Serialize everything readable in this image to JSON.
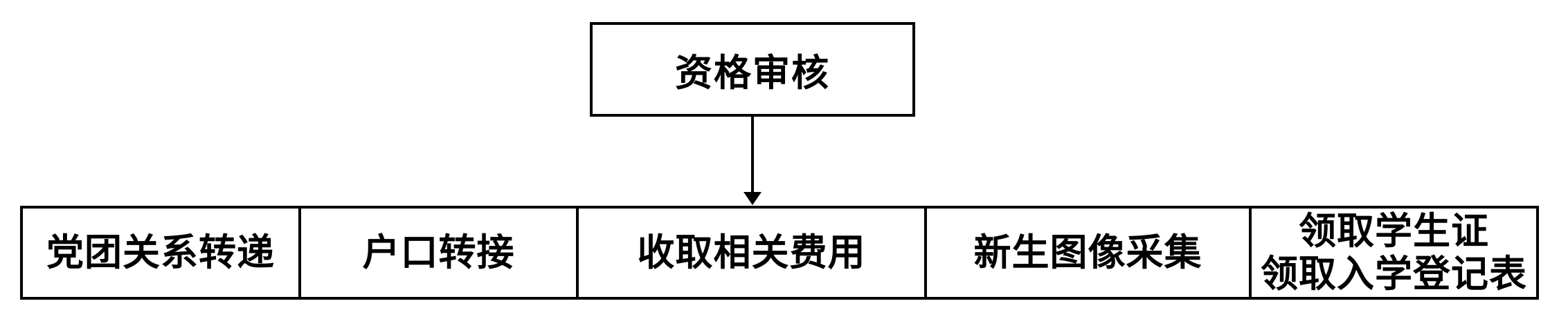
{
  "flowchart": {
    "top_box": {
      "label": "资格审核"
    },
    "cells": [
      {
        "lines": [
          "党团关系转递"
        ]
      },
      {
        "lines": [
          "户口转接"
        ]
      },
      {
        "lines": [
          "收取相关费用"
        ]
      },
      {
        "lines": [
          "新生图像采集"
        ]
      },
      {
        "lines": [
          "领取学生证",
          "领取入学登记表"
        ]
      }
    ],
    "connector": {
      "type": "arrow-down",
      "from": "top_box",
      "to": "cells.2"
    },
    "colors": {
      "line": "#000000",
      "text": "#000000",
      "background": "#ffffff"
    }
  }
}
